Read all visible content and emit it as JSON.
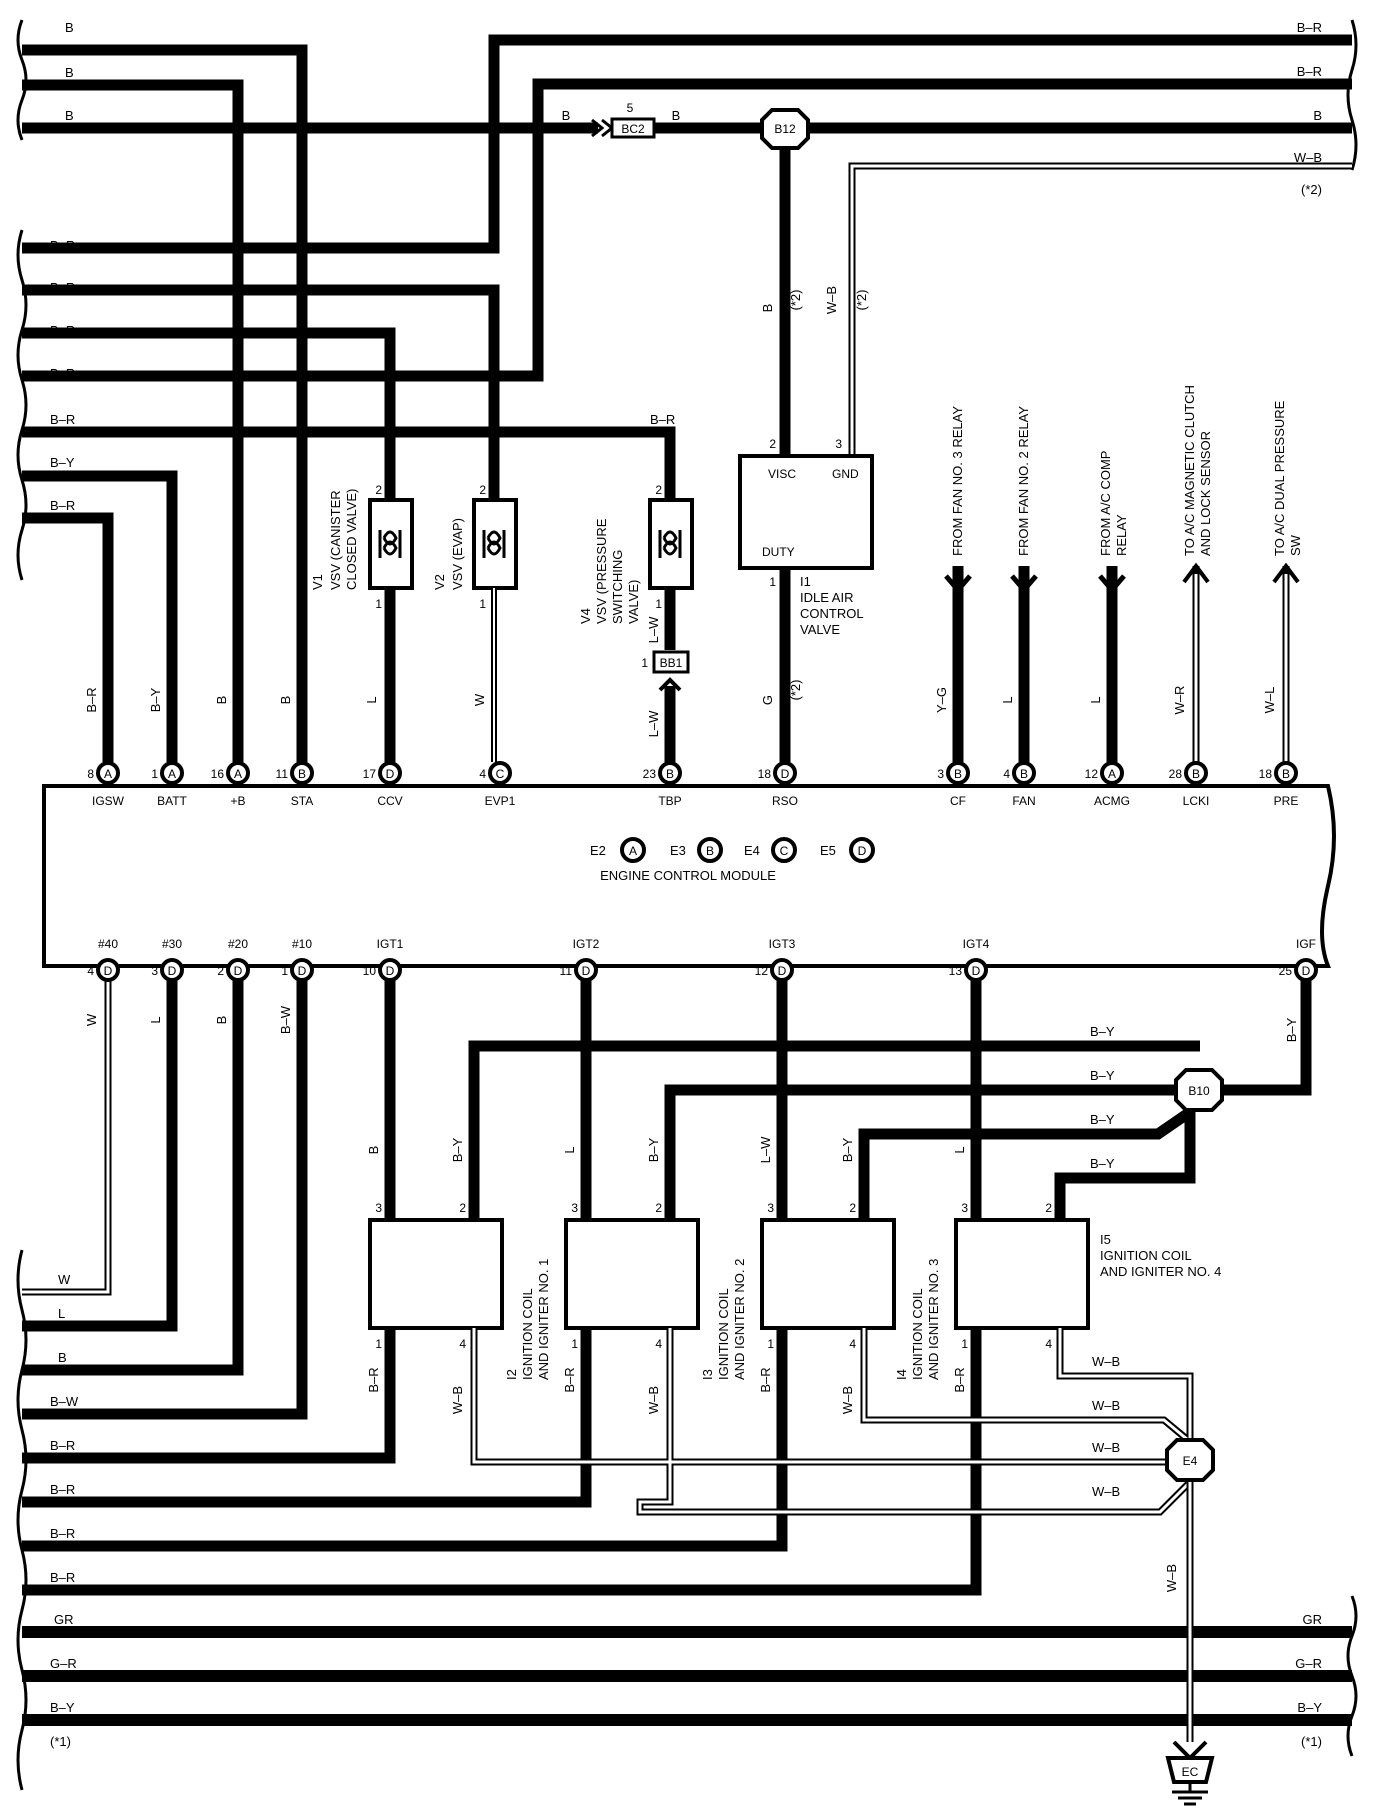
{
  "left_wires_top": [
    "B",
    "B",
    "B",
    "B–R",
    "B–R",
    "B–R",
    "B–R",
    "B–R",
    "B–Y",
    "B–R"
  ],
  "right_wires_top": [
    "B–R",
    "B–R",
    "B",
    "W–B",
    "(*2)"
  ],
  "bc2": {
    "label": "BC2",
    "pin": "5",
    "in_label": "B",
    "out_label": "B"
  },
  "b12": {
    "label": "B12"
  },
  "b12_down": {
    "color": "B",
    "note": "(*2)"
  },
  "wb_down": {
    "color": "W–B",
    "note": "(*2)"
  },
  "components": {
    "v1": {
      "ref": "V1",
      "name1": "VSV (CANISTER",
      "name2": "CLOSED VALVE)",
      "pin_top": "2",
      "pin_bot": "1",
      "bot_color": "L"
    },
    "v2": {
      "ref": "V2",
      "name1": "VSV (EVAP)",
      "name2": "",
      "pin_top": "2",
      "pin_bot": "1",
      "bot_color": "W"
    },
    "v4": {
      "ref": "V4",
      "name1": "VSV (PRESSURE",
      "name2": "SWITCHING",
      "name3": "VALVE)",
      "pin_top": "2",
      "pin_bot": "1",
      "top_color": "B–R",
      "mid_color": "L–W",
      "bot_color": "L–W",
      "conn": "BB1",
      "conn_pin": "1"
    },
    "i1": {
      "ref": "I1",
      "name1": "IDLE AIR",
      "name2": "CONTROL",
      "name3": "VALVE",
      "visc": "VISC",
      "gnd": "GND",
      "duty": "DUTY",
      "pin_visc": "2",
      "pin_gnd": "3",
      "pin_duty": "1",
      "duty_color": "G",
      "duty_note": "(*2)"
    }
  },
  "arrows": [
    {
      "text1": "FROM FAN NO. 3 RELAY",
      "text2": "",
      "color": "Y–G"
    },
    {
      "text1": "FROM FAN NO. 2 RELAY",
      "text2": "",
      "color": "L"
    },
    {
      "text1": "FROM A/C COMP",
      "text2": "RELAY",
      "color": "L"
    },
    {
      "text1": "TO A/C MAGNETIC CLUTCH",
      "text2": "AND LOCK SENSOR",
      "color": "W–R"
    },
    {
      "text1": "TO A/C DUAL PRESSURE",
      "text2": "SW",
      "color": "W–L"
    }
  ],
  "ecm_top_pins": [
    {
      "num": "8",
      "conn": "A",
      "name": "IGSW",
      "color": "B–R"
    },
    {
      "num": "1",
      "conn": "A",
      "name": "BATT",
      "color": "B–Y"
    },
    {
      "num": "16",
      "conn": "A",
      "name": "+B",
      "color": "B"
    },
    {
      "num": "11",
      "conn": "B",
      "name": "STA",
      "color": "B"
    },
    {
      "num": "17",
      "conn": "D",
      "name": "CCV",
      "color": "L"
    },
    {
      "num": "4",
      "conn": "C",
      "name": "EVP1",
      "color": "W"
    },
    {
      "num": "23",
      "conn": "B",
      "name": "TBP",
      "color": "L–W"
    },
    {
      "num": "18",
      "conn": "D",
      "name": "RSO",
      "color": "G"
    },
    {
      "num": "3",
      "conn": "B",
      "name": "CF",
      "color": "Y–G"
    },
    {
      "num": "4",
      "conn": "B",
      "name": "FAN",
      "color": "L"
    },
    {
      "num": "12",
      "conn": "A",
      "name": "ACMG",
      "color": "L"
    },
    {
      "num": "28",
      "conn": "B",
      "name": "LCKI",
      "color": "W–R"
    },
    {
      "num": "18",
      "conn": "B",
      "name": "PRE",
      "color": "W–L"
    }
  ],
  "ecm": {
    "title": "ENGINE CONTROL MODULE",
    "grounds": [
      {
        "name": "E2",
        "conn": "A"
      },
      {
        "name": "E3",
        "conn": "B"
      },
      {
        "name": "E4",
        "conn": "C"
      },
      {
        "name": "E5",
        "conn": "D"
      }
    ]
  },
  "ecm_bottom_pins": [
    {
      "num": "4",
      "conn": "D",
      "name": "#40",
      "color": "W"
    },
    {
      "num": "3",
      "conn": "D",
      "name": "#30",
      "color": "L"
    },
    {
      "num": "2",
      "conn": "D",
      "name": "#20",
      "color": "B"
    },
    {
      "num": "1",
      "conn": "D",
      "name": "#10",
      "color": "B–W"
    },
    {
      "num": "10",
      "conn": "D",
      "name": "IGT1",
      "color": "B"
    },
    {
      "num": "11",
      "conn": "D",
      "name": "IGT2",
      "color": "L"
    },
    {
      "num": "12",
      "conn": "D",
      "name": "IGT3",
      "color": "L–W"
    },
    {
      "num": "13",
      "conn": "D",
      "name": "IGT4",
      "color": "L"
    },
    {
      "num": "25",
      "conn": "D",
      "name": "IGF",
      "color": "B–Y"
    }
  ],
  "b10": {
    "label": "B10",
    "wires": [
      "B–Y",
      "B–Y",
      "B–Y",
      "B–Y"
    ]
  },
  "e4": {
    "label": "E4",
    "wires": [
      "W–B",
      "W–B",
      "W–B",
      "W–B"
    ],
    "down_color": "W–B"
  },
  "ec": {
    "label": "EC"
  },
  "coils": [
    {
      "ref": "I2",
      "name1": "IGNITION COIL",
      "name2": "AND IGNITER NO. 1"
    },
    {
      "ref": "I3",
      "name1": "IGNITION COIL",
      "name2": "AND IGNITER NO. 2"
    },
    {
      "ref": "I4",
      "name1": "IGNITION COIL",
      "name2": "AND IGNITER NO. 3"
    },
    {
      "ref": "I5",
      "name1": "IGNITION COIL",
      "name2": "AND IGNITER NO. 4"
    }
  ],
  "coil_pin_labels": {
    "p1": "1",
    "p2": "2",
    "p3": "3",
    "p4": "4",
    "in_color": "B–Y",
    "out_color": "B–R",
    "gnd_color": "W–B"
  },
  "left_wires_bottom": [
    "W",
    "L",
    "B",
    "B–W",
    "B–R",
    "B–R",
    "B–R",
    "B–R"
  ],
  "bottom_buses": [
    {
      "left": "GR",
      "right": "GR"
    },
    {
      "left": "G–R",
      "right": "G–R"
    },
    {
      "left": "B–Y",
      "right": "B–Y"
    }
  ],
  "bottom_notes": {
    "left": "(*1)",
    "right": "(*1)"
  }
}
